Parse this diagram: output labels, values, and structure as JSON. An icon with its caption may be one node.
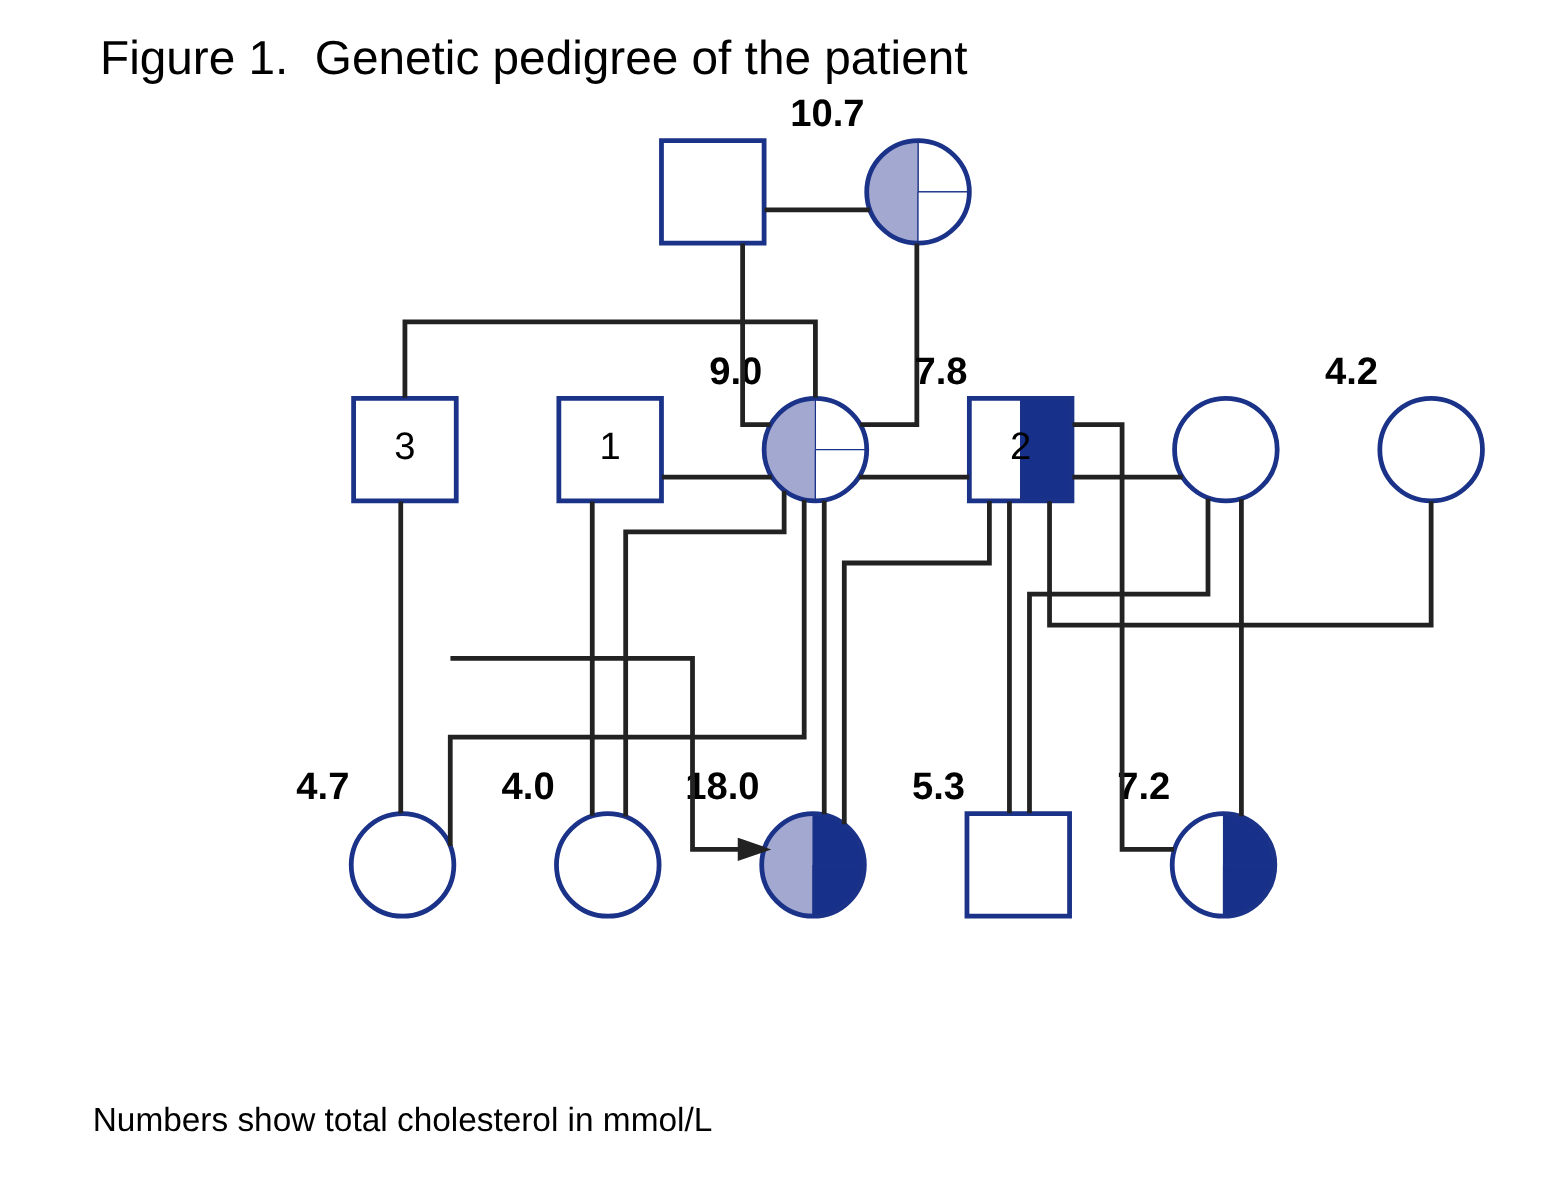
{
  "diagram": {
    "title": "Figure 1.  Genetic pedigree of the patient",
    "caption": "Numbers show total cholesterol in mmol/L",
    "nodes": [
      {
        "text": [],
        "shape": "box"
      },
      {
        "text": [],
        "shape": "circle",
        "beside": [
          "10.7"
        ]
      },
      {
        "text": [
          "3"
        ]
      },
      {
        "text": [
          "1"
        ]
      },
      {
        "text": [],
        "shape": "circle",
        "beside": [
          "9.0"
        ]
      },
      {
        "text": [
          "2"
        ],
        "beside": [
          "7.8"
        ]
      },
      {
        "text": [],
        "shape": "circle"
      },
      {
        "text": [],
        "shape": "circle",
        "beside": [
          "4.2"
        ]
      },
      {
        "text": [],
        "shape": "circle",
        "beside": [
          "4.7"
        ]
      },
      {
        "text": [],
        "shape": "circle",
        "beside": [
          "4.0"
        ]
      },
      {
        "text": [],
        "shape": "circle",
        "beside": [
          "18.0"
        ]
      },
      {
        "text": [],
        "shape": "box",
        "beside": [
          "5.3"
        ]
      },
      {
        "text": [],
        "shape": "circle",
        "beside": [
          "7.2"
        ]
      }
    ],
    "edges": [
      {
        "from": 0,
        "to": 1,
        "arrow": "none"
      },
      {
        "from": 0,
        "to": 4,
        "arrow": "none"
      },
      {
        "from": 1,
        "to": 4,
        "arrow": "none"
      },
      {
        "from": 2,
        "to": 4,
        "arrow": "none"
      },
      {
        "from": 3,
        "to": 4,
        "arrow": "none"
      },
      {
        "from": 4,
        "to": 5,
        "arrow": "none"
      },
      {
        "from": 5,
        "to": 6,
        "arrow": "none"
      },
      {
        "from": 5,
        "to": 7,
        "arrow": "none"
      },
      {
        "from": 2,
        "to": 8,
        "arrow": "none"
      },
      {
        "from": 4,
        "to": 8,
        "arrow": "none"
      },
      {
        "from": 3,
        "to": 9,
        "arrow": "none"
      },
      {
        "from": 4,
        "to": 9,
        "arrow": "none"
      },
      {
        "from": 4,
        "to": 10,
        "arrow": "none"
      },
      {
        "from": 5,
        "to": 10,
        "arrow": "none"
      },
      {
        "from": 5,
        "to": 11,
        "arrow": "none"
      },
      {
        "from": 6,
        "to": 11,
        "arrow": "none"
      },
      {
        "from": 5,
        "to": 12,
        "arrow": "none"
      },
      {
        "from": 6,
        "to": 12,
        "arrow": "none"
      },
      {
        "from": null,
        "to": 10,
        "arrow": "to"
      }
    ]
  }
}
